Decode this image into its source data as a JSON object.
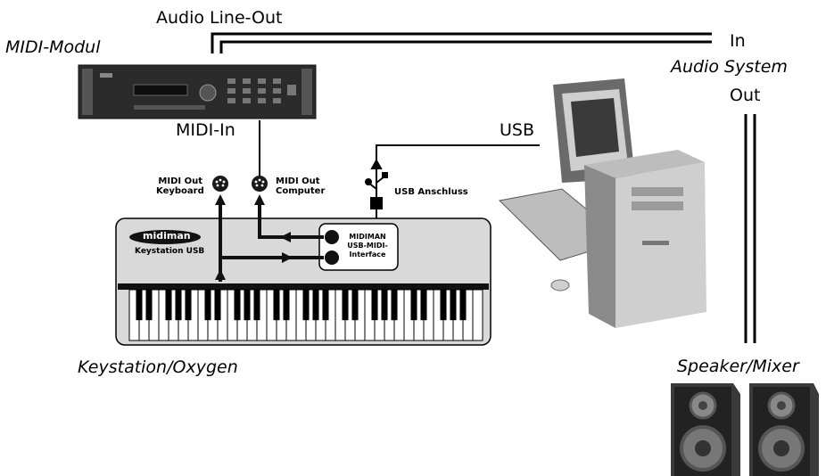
{
  "labels": {
    "audio_line_out": "Audio Line-Out",
    "midi_modul": "MIDI-Modul",
    "in": "In",
    "audio_system": "Audio System",
    "out": "Out",
    "usb": "USB",
    "midi_in": "MIDI-In",
    "keystation_oxygen": "Keystation/Oxygen",
    "speaker_mixer": "Speaker/Mixer"
  },
  "keyboard": {
    "midi_out_keyboard_line1": "MIDI Out",
    "midi_out_keyboard_line2": "Keyboard",
    "midi_out_computer_line1": "MIDI Out",
    "midi_out_computer_line2": "Computer",
    "usb_anschluss": "USB Anschluss",
    "brand": "midiman",
    "model": "Keystation USB",
    "interface_line1": "MIDIMAN",
    "interface_line2": "USB-MIDI-",
    "interface_line3": "Interface"
  },
  "colors": {
    "line": "#000000",
    "device_dark": "#2b2b2b",
    "keyboard_body": "#d9d9d9",
    "computer_light": "#cfcfcf",
    "computer_dark": "#6a6a6a"
  }
}
